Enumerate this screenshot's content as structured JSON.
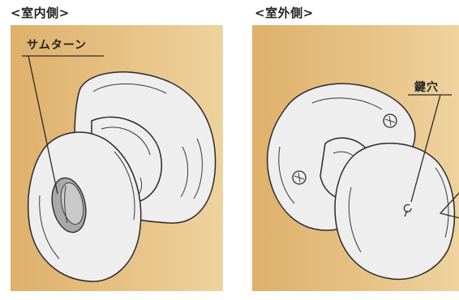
{
  "panels": {
    "inside": {
      "title": "<室内側>",
      "callout": "サムターン"
    },
    "outside": {
      "title": "<室外側>",
      "callout": "鍵穴"
    }
  },
  "colors": {
    "panel_background": "#e4bb7c",
    "knob_fill": "#eeeeee",
    "outline": "#2a2a2a"
  }
}
